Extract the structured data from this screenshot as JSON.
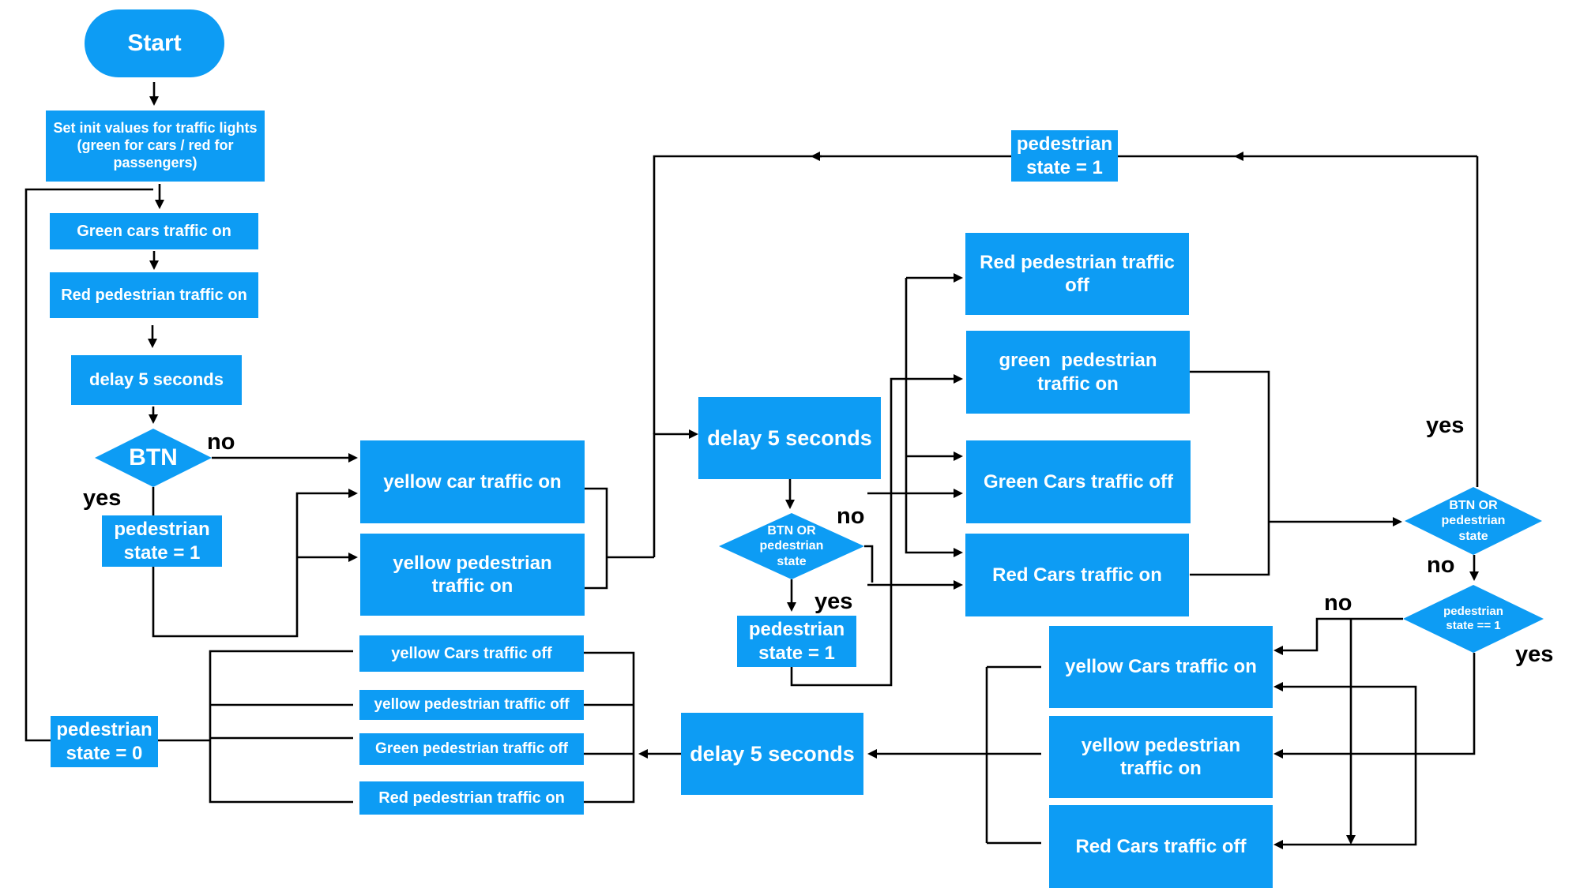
{
  "flowchart": {
    "start": "Start",
    "init": "Set init values for traffic lights (green for cars / red for passengers)",
    "green_cars_on": "Green cars traffic on",
    "red_ped_on_1": "Red pedestrian traffic on",
    "delay_1": "delay 5 seconds",
    "btn_decision": "BTN",
    "ped_state_1a": "pedestrian state = 1",
    "yellow_car_on": "yellow car traffic on",
    "yellow_ped_on_1": "yellow pedestrian traffic on",
    "yellow_cars_off": "yellow Cars traffic off",
    "yellow_ped_off": "yellow pedestrian traffic off",
    "green_ped_off": "Green pedestrian traffic off",
    "red_ped_on_2": "Red pedestrian traffic on",
    "ped_state_0": "pedestrian state = 0",
    "delay_2": "delay 5 seconds",
    "ped_state_1_top": "pedestrian state = 1",
    "btn_or_ped_1": "BTN OR pedestrian state",
    "ped_state_1b": "pedestrian state = 1",
    "red_ped_off": "Red pedestrian traffic off",
    "green_ped_on": "green  pedestrian traffic on",
    "green_cars_off": "Green Cars traffic off",
    "red_cars_on": "Red Cars traffic on",
    "btn_or_ped_2": "BTN OR pedestrian state",
    "ped_state_eq": "pedestrian state == 1",
    "yellow_cars_on": "yellow Cars traffic on",
    "yellow_ped_on_2": "yellow pedestrian traffic on",
    "red_cars_off": "Red Cars traffic off",
    "delay_3": "delay 5 seconds"
  },
  "labels": {
    "no_btn": "no",
    "yes_btn": "yes",
    "no_mid": "no",
    "yes_mid": "yes",
    "yes_right": "yes",
    "no_right_1": "no",
    "no_right_2": "no",
    "yes_right_2": "yes"
  },
  "colors": {
    "box_fill": "#0d9cf4",
    "box_text": "#ffffff",
    "connector": "#000000",
    "background": "#ffffff"
  }
}
